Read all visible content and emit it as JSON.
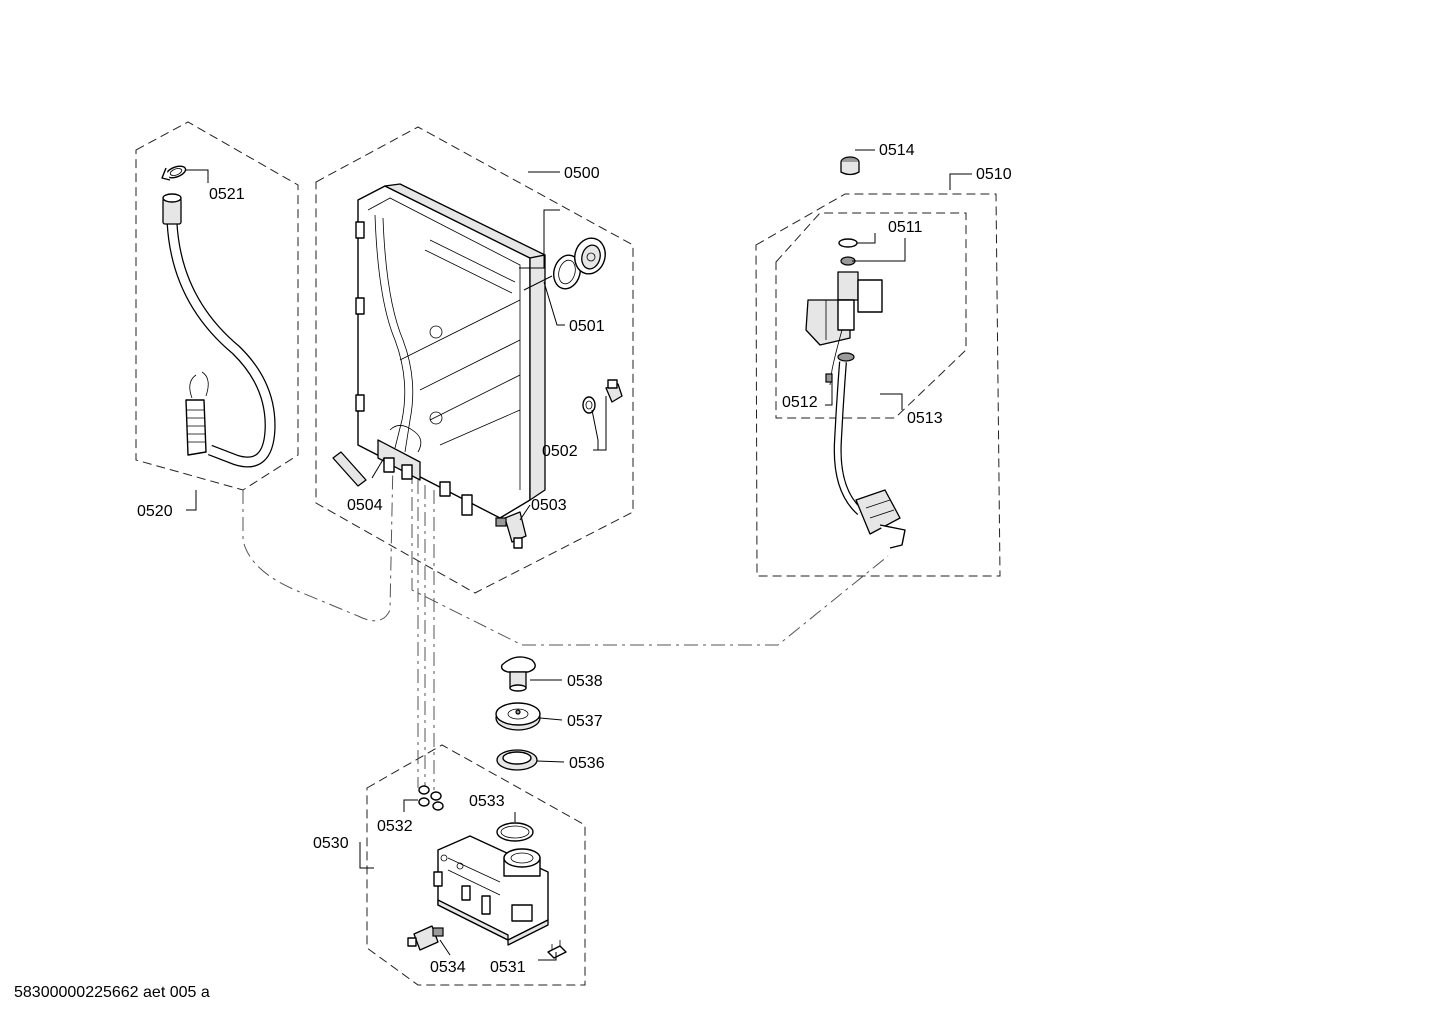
{
  "diagram": {
    "callouts": {
      "c0500": "0500",
      "c0501": "0501",
      "c0502": "0502",
      "c0503": "0503",
      "c0504": "0504",
      "c0510": "0510",
      "c0511": "0511",
      "c0512": "0512",
      "c0513": "0513",
      "c0514": "0514",
      "c0520": "0520",
      "c0521": "0521",
      "c0530": "0530",
      "c0531": "0531",
      "c0532": "0532",
      "c0533": "0533",
      "c0534": "0534",
      "c0536": "0536",
      "c0537": "0537",
      "c0538": "0538"
    },
    "footer_code": "58300000225662 aet 005 a"
  }
}
